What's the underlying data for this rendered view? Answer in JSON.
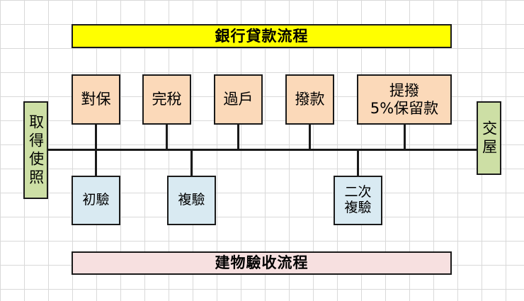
{
  "diagram": {
    "title_top": "銀行貸款流程",
    "title_bottom": "建物驗收流程",
    "start_label": "取得使照",
    "end_label": "交屋",
    "bank_steps": [
      {
        "label": "對保"
      },
      {
        "label": "完稅"
      },
      {
        "label": "過戶"
      },
      {
        "label": "撥款"
      },
      {
        "label_line1": "提撥",
        "label_line2": "5%保留款"
      }
    ],
    "inspection_steps": [
      {
        "label_line1": "初驗",
        "label_line2": ""
      },
      {
        "label_line1": "複驗",
        "label_line2": ""
      },
      {
        "label_line1": "二次",
        "label_line2": "複驗"
      }
    ],
    "colors": {
      "banner_top_fill": "#ffff00",
      "banner_bottom_fill": "#f7e0e0",
      "phase_fill": "#fbd9b9",
      "inspection_fill": "#d9eaf2",
      "terminal_fill": "#cddfa5",
      "stroke": "#1a1a1a",
      "grid": "#d9d9d9",
      "background": "#ffffff"
    }
  }
}
